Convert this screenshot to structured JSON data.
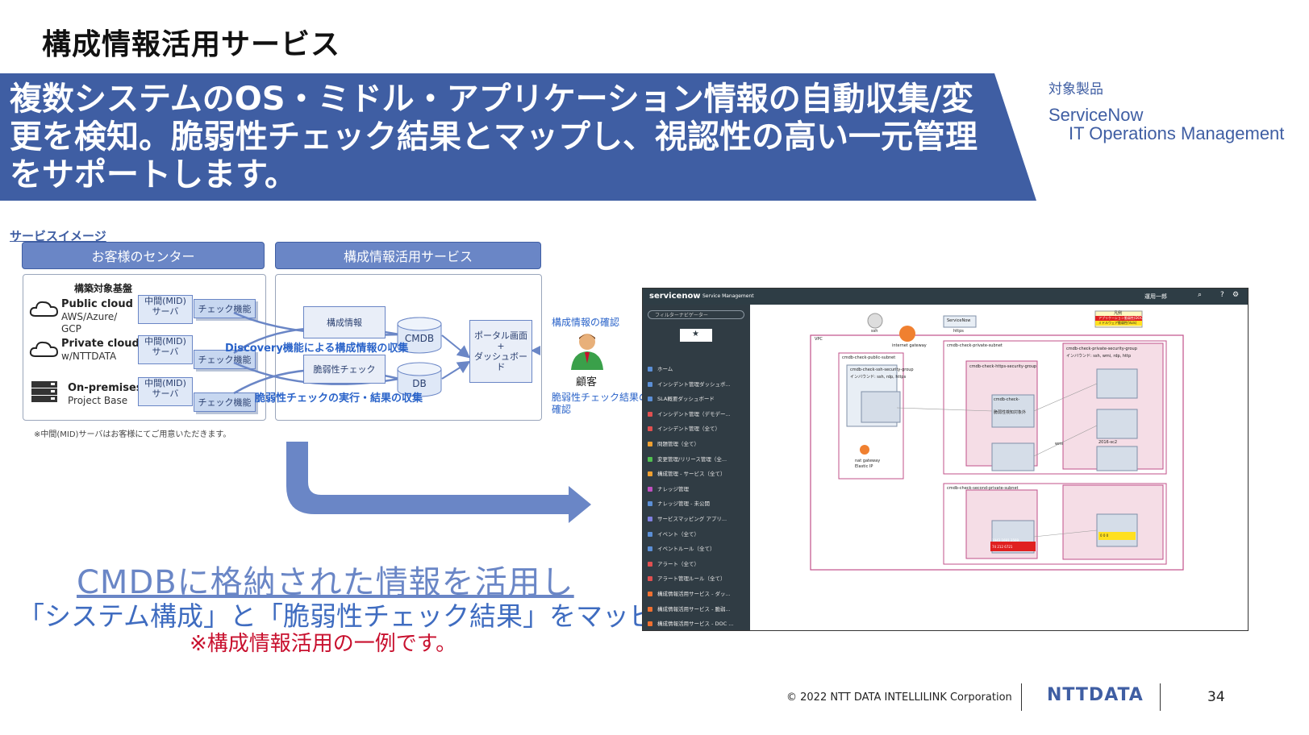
{
  "slide": {
    "title": "構成情報活用サービス",
    "banner": "複数システムのOS・ミドル・アプリケーション情報の自動収集/変更を検知。脆弱性チェック結果とマップし、視認性の高い一元管理をサポートします。",
    "target_label": "対象製品",
    "target_product_line1": "ServiceNow",
    "target_product_line2": "IT Operations Management",
    "service_image_label": "サービスイメージ"
  },
  "diagram": {
    "customer_header": "お客様のセンター",
    "service_header": "構成情報活用サービス",
    "build_target": "構築対象基盤",
    "envs": [
      {
        "name": "Public cloud",
        "sub1": "AWS/Azure/",
        "sub2": "GCP",
        "mid1": "中間(MID)",
        "mid2": "サーバ",
        "check": "チェック機能"
      },
      {
        "name": "Private cloud",
        "sub1": "w/NTTDATA",
        "sub2": "",
        "mid1": "中間(MID)",
        "mid2": "サーバ",
        "check": "チェック機能"
      },
      {
        "name": "On-premises",
        "sub1": "Project Base",
        "sub2": "",
        "mid1": "中間(MID)",
        "mid2": "サーバ",
        "check": "チェック機能"
      }
    ],
    "config_info": "構成情報",
    "vuln_check": "脆弱性チェック",
    "cmdb": "CMDB",
    "db": "DB",
    "portal1": "ポータル画面",
    "portal_plus": "+",
    "portal2": "ダッシュボード",
    "discovery_label": "Discovery機能による構成情報の収集",
    "vuln_exec_label": "脆弱性チェックの実行・結果の収集",
    "config_confirm": "構成情報の確認",
    "customer": "顧客",
    "vuln_confirm1": "脆弱性チェック結果の",
    "vuln_confirm2": "確認",
    "mid_note": "※中間(MID)サーバはお客様にてご用意いただきます。"
  },
  "bottom": {
    "cmdb_use": "CMDBに格納された情報を活用し",
    "mapping": "「システム構成」と「脆弱性チェック結果」をマッピング",
    "example": "※構成情報活用の一例です。"
  },
  "screenshot": {
    "brand": "servicenow",
    "brand_sub": "Service Management",
    "filter_placeholder": "フィルターナビゲーター",
    "nav_items": [
      {
        "label": "ホーム",
        "color": "#5b8fd6"
      },
      {
        "label": "インシデント管理ダッシュボ...",
        "color": "#5b8fd6"
      },
      {
        "label": "SLA概要ダッシュボード",
        "color": "#5b8fd6"
      },
      {
        "label": "インシデント管理（デモデー...",
        "color": "#e05050"
      },
      {
        "label": "インシデント管理（全て）",
        "color": "#e05050"
      },
      {
        "label": "問題管理（全て）",
        "color": "#f0a030"
      },
      {
        "label": "変更管理/リリース管理（全...",
        "color": "#50c050"
      },
      {
        "label": "構成管理 - サービス（全て）",
        "color": "#f0a030"
      },
      {
        "label": "ナレッジ管理",
        "color": "#c050c0"
      },
      {
        "label": "ナレッジ管理 - 未公開",
        "color": "#5b8fd6"
      },
      {
        "label": "サービスマッピング アプリ...",
        "color": "#8080e0"
      },
      {
        "label": "イベント（全て）",
        "color": "#5b8fd6"
      },
      {
        "label": "イベントルール（全て）",
        "color": "#5b8fd6"
      },
      {
        "label": "アラート（全て）",
        "color": "#e05050"
      },
      {
        "label": "アラート管理ルール（全て）",
        "color": "#e05050"
      },
      {
        "label": "構成情報活用サービス - ダッ...",
        "color": "#f07030"
      },
      {
        "label": "構成情報活用サービス - 脆弱...",
        "color": "#f07030"
      },
      {
        "label": "構成情報活用サービス - DOC ...",
        "color": "#f07030"
      }
    ],
    "user": "運用一郎",
    "vpc": "VPC",
    "ssh": "ssh",
    "internet_gateway": "internet gateway",
    "servicenow_node": "ServiceNow",
    "https": "https",
    "legend_title": "凡例",
    "legend_red": "アプリケーション脆弱性(DOC)",
    "legend_yellow": "ミドルウェア脆弱性(Vuls)",
    "public_subnet": "cmdb-check-public-subnet",
    "private_subnet": "cmdb-check-private-subnet",
    "second_private_subnet": "cmdb-check-second-private-subnet",
    "ssh_sg": "cmdb-check-ssh-security-group",
    "inbound_ssh": "インバウンド: ssh, rdp, https",
    "https_sg": "cmdb-check-https-security-group",
    "private_sg": "cmdb-check-private-security-group",
    "inbound_wmi": "インバウンド: ssh, wmi, rdp, http",
    "server": "cmdb-check-",
    "vuln_target": "脆弱性検知対象外",
    "nat_gateway": "nat gateway",
    "elastic_ip": "Elastic IP",
    "wmi": "wmi",
    "win2016": "2016-sc2",
    "vuln_count_a": "1943 1691 3569",
    "vuln_count_b": "74 212 6721",
    "vuln_count_c": "0 0 0"
  },
  "footer": {
    "copyright": "© 2022 NTT DATA INTELLILINK Corporation",
    "logo": "NTTDATA",
    "page": "34"
  }
}
